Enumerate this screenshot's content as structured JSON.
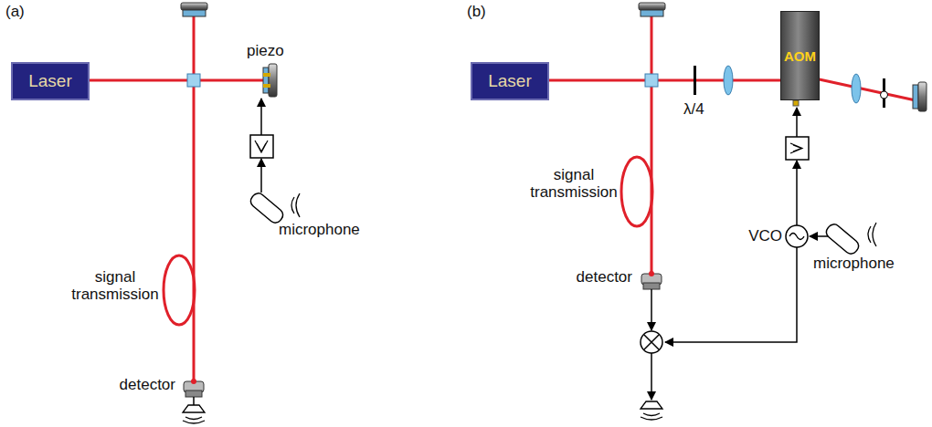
{
  "diagram": {
    "nodes": [
      {
        "text": [
          "Laser"
        ]
      },
      {
        "text": [
          "Laser"
        ]
      },
      {
        "text": [
          "AOM"
        ]
      }
    ],
    "labels": [
      "(a)",
      "(b)",
      "piezo",
      "λ/4",
      "signal transmission",
      "microphone",
      "detector",
      "signal transmission",
      "VCO",
      "microphone",
      "detector"
    ]
  }
}
